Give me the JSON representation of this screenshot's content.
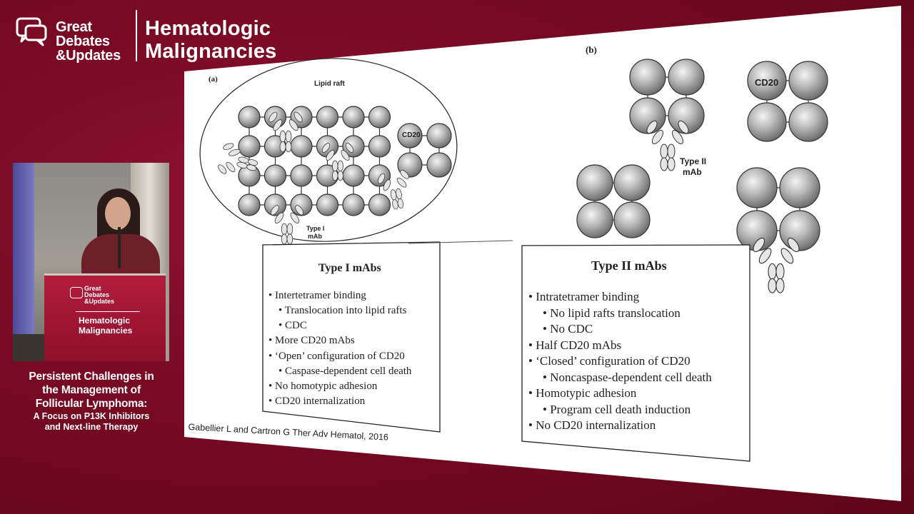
{
  "brand": {
    "great_debates_lines": [
      "Great",
      "Debates",
      "&Updates"
    ],
    "hematologic_lines": [
      "Hematologic",
      "Malignancies"
    ]
  },
  "podium": {
    "great_debates_lines": [
      "Great",
      "Debates",
      "&Updates"
    ],
    "hematologic_lines": [
      "Hematologic",
      "Malignancies"
    ]
  },
  "caption": {
    "title_lines": [
      "Persistent Challenges in",
      "the Management of",
      "Follicular Lymphoma:"
    ],
    "subtitle_lines": [
      "A Focus on P13K Inhibitors",
      "and Next-line Therapy"
    ]
  },
  "slide": {
    "panel_a": {
      "label": "(a)",
      "lipid_raft": "Lipid raft",
      "cd20": "CD20",
      "type_label_lines": [
        "Type I",
        "mAb"
      ]
    },
    "panel_b": {
      "label": "(b)",
      "cd20": "CD20",
      "type_label_lines": [
        "Type II",
        "mAb"
      ]
    },
    "type1_box": {
      "title": "Type I mAbs",
      "items": [
        {
          "level": 1,
          "text": "Intertetramer binding"
        },
        {
          "level": 2,
          "text": "Translocation into lipid rafts"
        },
        {
          "level": 2,
          "text": "CDC"
        },
        {
          "level": 1,
          "text": "More CD20 mAbs"
        },
        {
          "level": 1,
          "text": "‘Open’ configuration of CD20"
        },
        {
          "level": 2,
          "text": "Caspase-dependent cell death"
        },
        {
          "level": 1,
          "text": "No homotypic adhesion"
        },
        {
          "level": 1,
          "text": "CD20 internalization"
        }
      ]
    },
    "type2_box": {
      "title": "Type II mAbs",
      "items": [
        {
          "level": 1,
          "text": "Intratetramer binding"
        },
        {
          "level": 2,
          "text": "No lipid rafts translocation"
        },
        {
          "level": 2,
          "text": "No CDC"
        },
        {
          "level": 1,
          "text": "Half CD20 mAbs"
        },
        {
          "level": 1,
          "text": "‘Closed’ configuration of CD20"
        },
        {
          "level": 2,
          "text": "Noncaspase-dependent cell death"
        },
        {
          "level": 1,
          "text": "Homotypic adhesion"
        },
        {
          "level": 2,
          "text": "Program cell death induction"
        },
        {
          "level": 1,
          "text": "No CD20 internalization"
        }
      ]
    },
    "citation": "Gabellier L and Cartron G Ther Adv Hematol, 2016"
  }
}
